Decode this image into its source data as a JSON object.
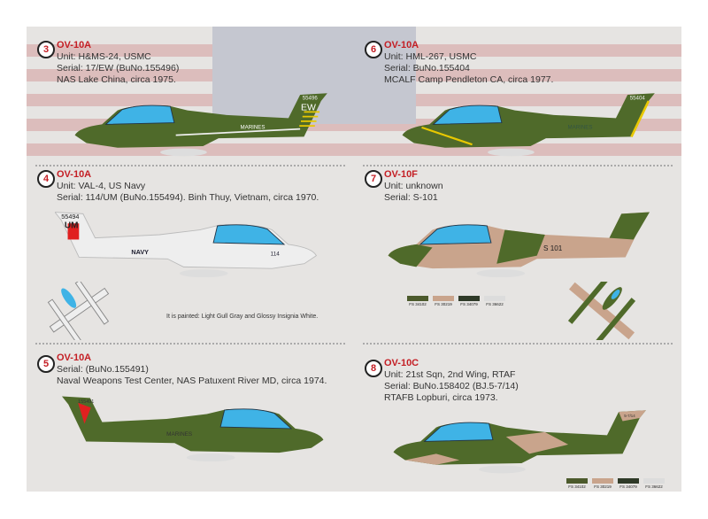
{
  "panels": [
    {
      "num": "3",
      "model": "OV-10A",
      "lines": [
        "Unit: H&MS-24, USMC",
        "Serial: 17/EW (BuNo.155496)",
        "NAS Lake China, circa 1975."
      ],
      "tail_code": "EW",
      "tail_number": "55496",
      "fuselage_text": "MARINES"
    },
    {
      "num": "6",
      "model": "OV-10A",
      "lines": [
        "Unit: HML-267, USMC",
        "Serial: BuNo.155404",
        "MCALF Camp Pendleton CA, circa 1977."
      ],
      "tail_number": "55404",
      "fuselage_text": "MARINES"
    },
    {
      "num": "4",
      "model": "OV-10A",
      "lines": [
        "Unit: VAL-4, US Navy",
        "Serial: 114/UM (BuNo.155494). Binh Thuy, Vietnam, circa 1970."
      ],
      "tail_code": "UM",
      "tail_number": "55494",
      "fuselage_text": "NAVY",
      "nose_number": "114",
      "note": "It is painted: Light Gull Gray and Glossy Insignia White."
    },
    {
      "num": "7",
      "model": "OV-10F",
      "lines": [
        "Unit: unknown",
        "Serial: S-101"
      ],
      "fuselage_text": "S 101"
    },
    {
      "num": "5",
      "model": "OV-10A",
      "lines": [
        "Serial: (BuNo.155491)",
        "Naval Weapons Test Center, NAS Patuxent River MD, circa 1974."
      ],
      "tail_number": "155491",
      "fuselage_text": "MARINES"
    },
    {
      "num": "8",
      "model": "OV-10C",
      "lines": [
        "Unit: 21st Sqn, 2nd Wing, RTAF",
        "Serial: BuNo.158402 (BJ.5-7/14)",
        "RTAFB Lopburi, circa 1973."
      ],
      "tail_number": "5-7/14"
    }
  ],
  "swatches": [
    {
      "label": "FS 34102",
      "color": "#4c5a2c"
    },
    {
      "label": "FS 30219",
      "color": "#c9a48c"
    },
    {
      "label": "FS 34079",
      "color": "#2f3a28"
    },
    {
      "label": "FS 36622",
      "color": "#dcdcdc"
    }
  ],
  "colors": {
    "accent": "#c41e24",
    "olive": "#4f6a2a",
    "canopy": "#3fb3e6",
    "gray": "#e9e9e9",
    "tan": "#c9a48c"
  }
}
